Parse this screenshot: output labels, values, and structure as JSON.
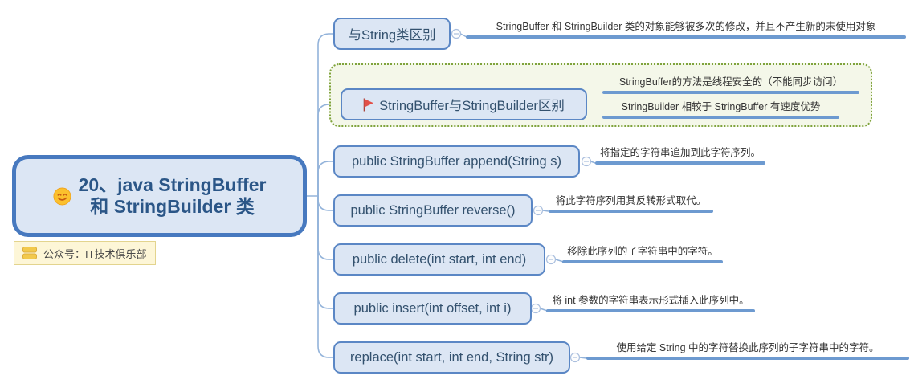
{
  "main_topic": {
    "title_line1": "20、java StringBuffer",
    "title_line2": "和 StringBuilder 类"
  },
  "note_label": {
    "text": "公众号：IT技术俱乐部"
  },
  "branches": [
    {
      "label": "与String类区别",
      "children": [
        {
          "text": "StringBuffer 和 StringBuilder 类的对象能够被多次的修改，并且不产生新的未使用对象"
        }
      ]
    },
    {
      "label": "StringBuffer与StringBuilder区别",
      "marker": "red-flag",
      "children": [
        {
          "text": "StringBuffer的方法是线程安全的（不能同步访问）"
        },
        {
          "text": "StringBuilder 相较于 StringBuffer 有速度优势"
        }
      ]
    },
    {
      "label": "public StringBuffer append(String s)",
      "children": [
        {
          "text": "将指定的字符串追加到此字符序列。"
        }
      ]
    },
    {
      "label": "public StringBuffer reverse()",
      "children": [
        {
          "text": "将此字符序列用其反转形式取代。"
        }
      ]
    },
    {
      "label": "public delete(int start, int end)",
      "children": [
        {
          "text": "移除此序列的子字符串中的字符。"
        }
      ]
    },
    {
      "label": "public insert(int offset, int i)",
      "children": [
        {
          "text": "将 int 参数的字符串表示形式插入此序列中。"
        }
      ]
    },
    {
      "label": "replace(int start, int end, String str)",
      "children": [
        {
          "text": "使用给定 String 中的字符替换此序列的子字符串中的字符。"
        }
      ]
    }
  ],
  "colors": {
    "main_border": "#4779bf",
    "branch_border": "#5b87c5",
    "node_fill": "#dce6f4",
    "title_color": "#2b5687",
    "topic_text": "#33516e",
    "underline": "#6d9ad0",
    "connector": "#93b3da",
    "boundary_border": "#7fa33c",
    "boundary_fill": "#f4f7e9",
    "label_bg": "#fdf6d7",
    "label_border": "#e3d48e",
    "flag_red": "#e25048",
    "smiley_yellow": "#fbc02d"
  }
}
